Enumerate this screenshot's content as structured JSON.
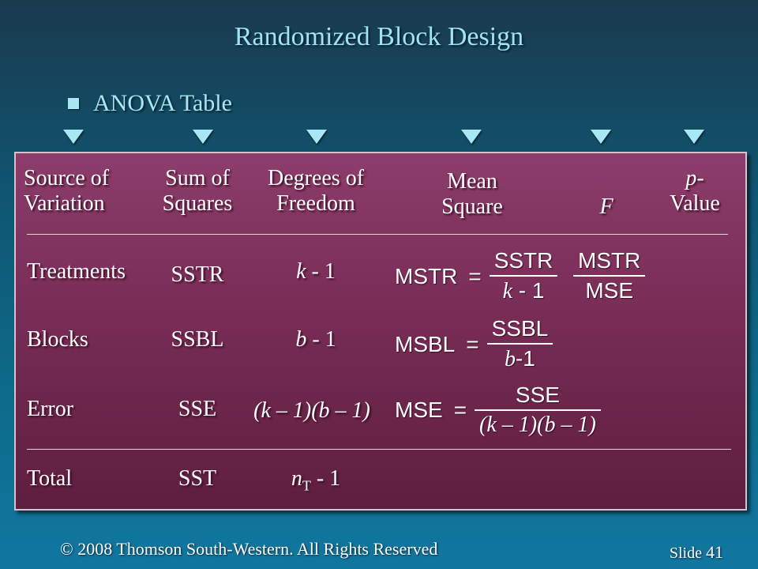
{
  "title": "Randomized Block Design",
  "bullet": "ANOVA Table",
  "headers": {
    "source": [
      "Source of",
      "Variation"
    ],
    "ss": [
      "Sum of",
      "Squares"
    ],
    "df": [
      "Degrees of",
      "Freedom"
    ],
    "ms": [
      "Mean",
      "Square"
    ],
    "f": "F",
    "p": [
      "p-",
      "Value"
    ]
  },
  "rows": [
    {
      "source": "Treatments",
      "ss": "SSTR",
      "df_var": "k",
      "df_rest": " - 1",
      "ms_lhs": "MSTR",
      "ms_eq": "=",
      "ms_num": "SSTR",
      "ms_den_var": "k",
      "ms_den_rest": " - 1",
      "f_num": "MSTR",
      "f_den": "MSE"
    },
    {
      "source": "Blocks",
      "ss": "SSBL",
      "df_var": "b",
      "df_rest": " - 1",
      "ms_lhs": "MSBL",
      "ms_eq": "=",
      "ms_num": "SSBL",
      "ms_den_var": "b",
      "ms_den_rest": "-1"
    },
    {
      "source": "Error",
      "ss": "SSE",
      "df_full": "(k – 1)(b – 1)",
      "ms_lhs": "MSE",
      "ms_eq": "=",
      "ms_num": "SSE",
      "ms_den": "(k – 1)(b – 1)"
    },
    {
      "source": "Total",
      "ss": "SST",
      "df_var": "n",
      "df_sub": "T",
      "df_rest": " - 1"
    }
  ],
  "footer": "© 2008  Thomson South-Western.  All Rights Reserved",
  "slide_label": "Slide",
  "slide_number": "41"
}
